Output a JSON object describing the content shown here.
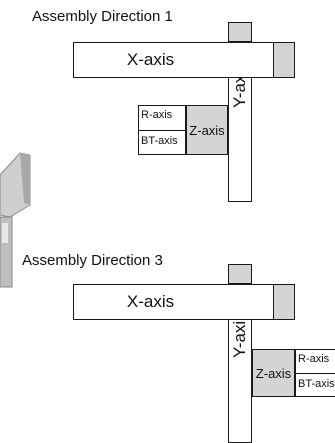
{
  "diagram1": {
    "title": "Assembly Direction 1",
    "x_axis": "X-axis",
    "y_axis": "Y-axis",
    "z_axis": "Z-axis",
    "r_axis": "R-axis",
    "bt_axis": "BT-axis"
  },
  "diagram3": {
    "title": "Assembly Direction 3",
    "x_axis": "X-axis",
    "y_axis": "Y-axis",
    "z_axis": "Z-axis",
    "r_axis": "R-axis",
    "bt_axis": "BT-axis"
  }
}
